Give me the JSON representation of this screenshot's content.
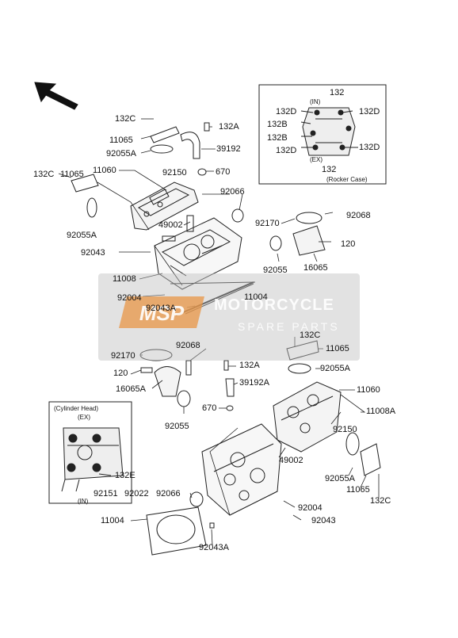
{
  "watermark": {
    "line1": "MOTORCYCLE",
    "line2": "SPARE PARTS",
    "logo": "MSP"
  },
  "insets": {
    "rocker": {
      "caption": "(Rocker Case)",
      "in": "(IN)",
      "ex": "(EX)"
    },
    "head": {
      "caption": "(Cylinder Head)",
      "ex": "(EX)",
      "in": "(IN)"
    }
  },
  "parts": {
    "p132C_a": "132C",
    "p132A_a": "132A",
    "p11065_a": "11065",
    "p92055A_a": "92055A",
    "p39192": "39192",
    "p11060_a": "11060",
    "p92150_a": "92150",
    "p670_a": "670",
    "p132C_b": "132C",
    "p11065_b": "11065",
    "p92066_a": "92066",
    "p92055A_b": "92055A",
    "p49002_a": "49002",
    "p92043_a": "92043",
    "p11008": "11008",
    "p92004_a": "92004",
    "p92043A_a": "92043A",
    "p11004_a": "11004",
    "p92170_a": "92170",
    "p92068_a": "92068",
    "p120_a": "120",
    "p16065": "16065",
    "p92055_a": "92055",
    "r132": "132",
    "r132D_1": "132D",
    "r132D_2": "132D",
    "r132B_1": "132B",
    "r132B_2": "132B",
    "r132D_3": "132D",
    "r132D_4": "132D",
    "r132_b": "132",
    "p92170_b": "92170",
    "p92068_b": "92068",
    "p120_b": "120",
    "p16065A": "16065A",
    "p92055_b": "92055",
    "p132A_b": "132A",
    "p39192A": "39192A",
    "p670_b": "670",
    "p132C_c": "132C",
    "p11065_c": "11065",
    "p92055A_c": "92055A",
    "p11060_b": "11060",
    "p11008A": "11008A",
    "p92150_b": "92150",
    "p49002_b": "49002",
    "p92055A_d": "92055A",
    "p11065_d": "11065",
    "p132C_d": "132C",
    "p92066_b": "92066",
    "p11004_b": "11004",
    "p92004_b": "92004",
    "p92043_b": "92043",
    "p92043A_b": "92043A",
    "h132E": "132E",
    "h92151": "92151",
    "h92022": "92022"
  }
}
